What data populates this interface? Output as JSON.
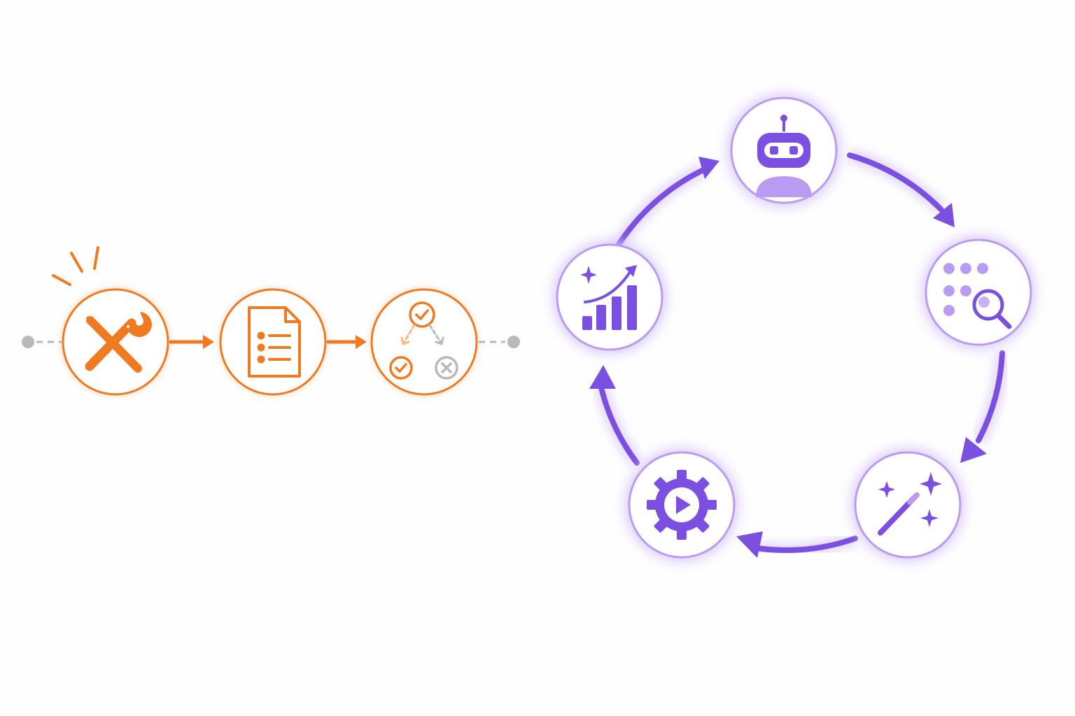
{
  "colors": {
    "orange": "#f07a22",
    "orange_light": "#f7b98a",
    "purple": "#7b4fe0",
    "purple_light": "#b99cf2",
    "purple_glow": "#d7c6fb",
    "gray": "#b9b9b9",
    "background": "#fefefe"
  },
  "linear_flow": {
    "steps": [
      {
        "id": "tools",
        "icon": "wrench-screwdriver-icon",
        "highlighted": true
      },
      {
        "id": "document",
        "icon": "document-list-icon"
      },
      {
        "id": "decision",
        "icon": "decision-tree-icon"
      }
    ],
    "connector": "arrow-right",
    "ends": "dashed-line-with-dot"
  },
  "cycle": {
    "nodes": [
      {
        "id": "robot",
        "icon": "robot-icon"
      },
      {
        "id": "analyze",
        "icon": "dots-magnifier-icon"
      },
      {
        "id": "magic",
        "icon": "magic-wand-sparkles-icon"
      },
      {
        "id": "run",
        "icon": "gear-play-icon"
      },
      {
        "id": "growth",
        "icon": "growth-chart-sparkle-icon"
      }
    ],
    "direction": "clockwise"
  }
}
